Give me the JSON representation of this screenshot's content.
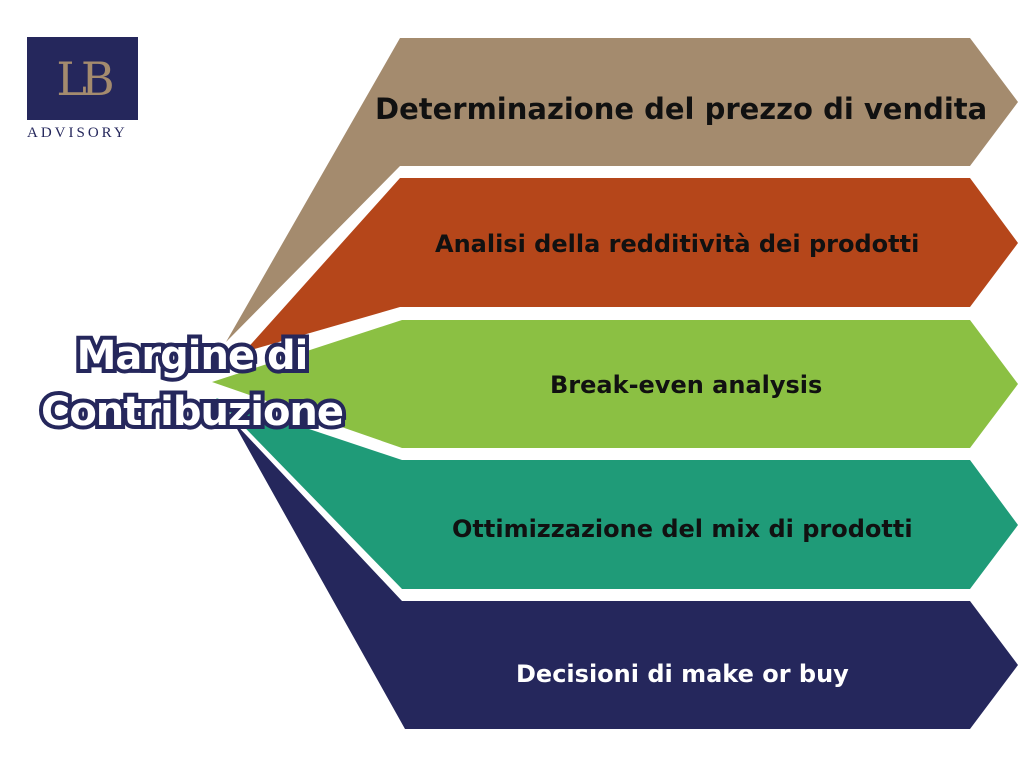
{
  "logo": {
    "mark": "LB",
    "subtitle": "ADVISORY"
  },
  "title": {
    "line1": "Margine di",
    "line2": "Contribuzione"
  },
  "branches": [
    {
      "label": "Determinazione del prezzo di vendita",
      "color": "#a48b6e",
      "text_color": "#111111"
    },
    {
      "label": "Analisi della redditività dei prodotti",
      "color": "#b5461a",
      "text_color": "#111111"
    },
    {
      "label": "Break-even analysis",
      "color": "#8bc043",
      "text_color": "#111111"
    },
    {
      "label": "Ottimizzazione del mix di prodotti",
      "color": "#1f9b78",
      "text_color": "#111111"
    },
    {
      "label": "Decisioni di make or buy",
      "color": "#25275c",
      "text_color": "#ffffff"
    }
  ]
}
